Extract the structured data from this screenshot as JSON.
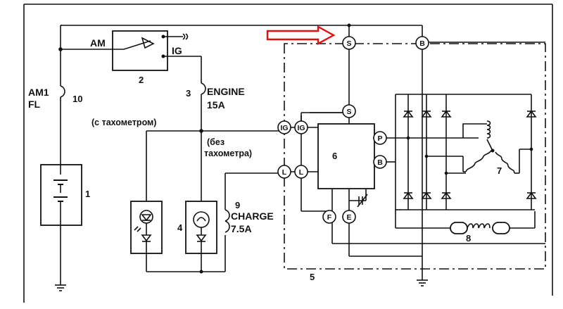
{
  "diagram": {
    "labels": {
      "am": "AM",
      "ig": "IG",
      "am1": "AM1",
      "fl": "FL",
      "engine": "ENGINE",
      "fuse_15a": "15A",
      "with_tach": "(с тахометром)",
      "without_tach_1": "(без",
      "without_tach_2": "тахометра)",
      "charge": "CHARGE",
      "fuse_7_5a": "7.5A"
    },
    "component_numbers": {
      "battery": "1",
      "ignition_switch": "2",
      "engine_fuse": "3",
      "charge_lamp": "4",
      "alternator_frame": "5",
      "regulator": "6",
      "stator": "7",
      "rotor": "8",
      "charge_fuse": "9",
      "fusible_link": "10"
    },
    "terminals": {
      "s": "S",
      "b": "B",
      "ig": "IG",
      "l": "L",
      "p": "P",
      "f": "F",
      "e": "E"
    },
    "annotation_arrow_color": "#e01010"
  }
}
